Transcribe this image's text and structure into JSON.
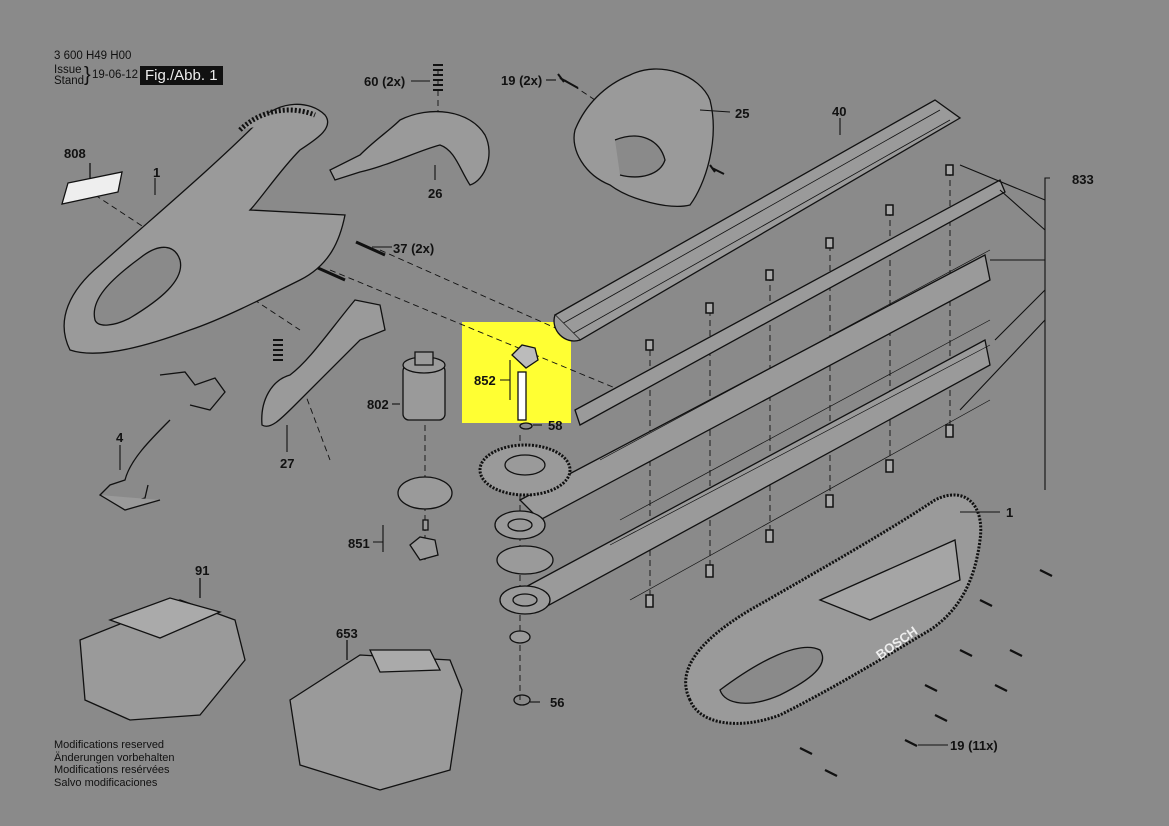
{
  "header": {
    "doc_number": "3 600 H49 H00",
    "issue_label": "Issue",
    "stand_label": "Stand",
    "date": "19-06-12",
    "figure": "Fig./Abb. 1"
  },
  "labels": {
    "p808": "808",
    "p1_top": "1",
    "p60": "60 (2x)",
    "p26": "26",
    "p19_top": "19 (2x)",
    "p25": "25",
    "p40": "40",
    "p833": "833",
    "p37": "37 (2x)",
    "p4": "4",
    "p27": "27",
    "p802": "802",
    "p852": "852",
    "p58": "58",
    "p851": "851",
    "p91": "91",
    "p653": "653",
    "p56": "56",
    "p1_bottom": "1",
    "p19_bottom": "19 (11x)"
  },
  "notes": [
    "Modifications reserved",
    "Änderungen vorbehalten",
    "Modifications resérvées",
    "Salvo modificaciones"
  ],
  "brand_text": "BOSCH",
  "colors": {
    "background": "#8a8a8a",
    "highlight": "#ffff33",
    "line": "#111111",
    "part_fill": "#9a9a9a"
  }
}
